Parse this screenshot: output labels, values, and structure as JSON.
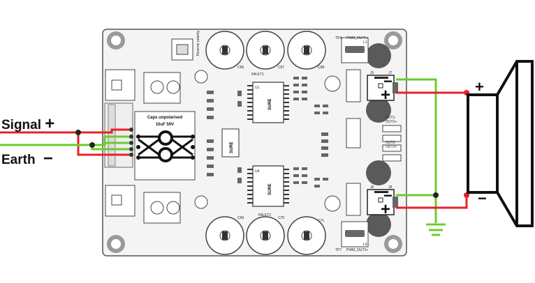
{
  "labels": {
    "signal": "Signal",
    "earth": "Earth",
    "plus": "+",
    "minus": "−"
  },
  "board": {
    "caps_note_line1": "Caps unpolarised",
    "caps_note_line2": "10uF 50V",
    "reverse_note": "Reverse polarity",
    "chip_brand": "SURE",
    "tp_top": "TP4",
    "pwm_out_top": "PWM_OUT1+",
    "tp_bottom": "TP7",
    "pwm_out_bottom": "PWM_OUT2+",
    "fault_top": "FAULT1",
    "fault_bottom": "FAULT2",
    "cap_c66": "C66",
    "cap_c67": "C67",
    "cap_c68": "C68",
    "cap_c69": "C69",
    "cap_c70": "C70",
    "cap_c71": "C71",
    "conn_j5": "J5",
    "conn_j7": "J7",
    "conn_j6": "J6",
    "conn_j8": "J8",
    "u1": "U1",
    "u4": "U4",
    "l1": "L1",
    "l4": "L4",
    "out_labels": [
      "OUT1-",
      "OUT1+",
      "OUT2-",
      "OUT2+"
    ]
  },
  "colors": {
    "signal_wire": "#e8202a",
    "earth_wire": "#6ccc2c",
    "board_fill": "#f4f4f4",
    "board_edge": "#555555",
    "speaker_fill": "#ffffff"
  }
}
